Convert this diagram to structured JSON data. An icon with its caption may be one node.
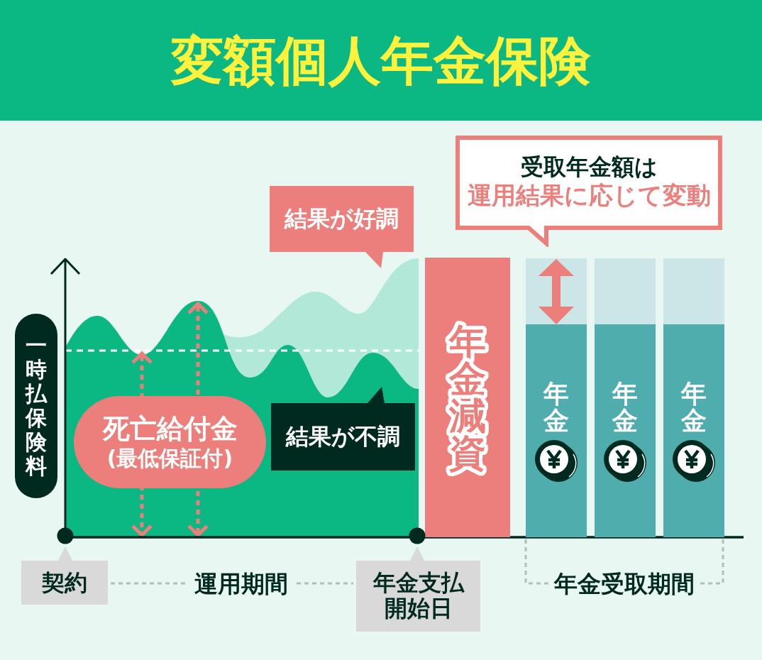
{
  "diagram": {
    "title": "変額個人年金保険",
    "nodes": [
      {
        "text": [
          "受取年金額は",
          "運用結果に応じて変動"
        ]
      },
      {
        "text": [
          "結果が好調"
        ]
      },
      {
        "text": [
          "一時払保険料"
        ]
      },
      {
        "text": [
          "死亡給付金",
          "(最低保証付)"
        ]
      },
      {
        "text": [
          "結果が不調"
        ]
      },
      {
        "text": [
          "年金減資"
        ]
      },
      {
        "text": [
          "年金"
        ]
      },
      {
        "text": [
          "年金"
        ]
      },
      {
        "text": [
          "年金"
        ]
      },
      {
        "text": [
          "契約"
        ]
      },
      {
        "text": [
          "年金支払開始日"
        ]
      }
    ],
    "labels": [
      "運用期間",
      "年金受取期間"
    ]
  }
}
